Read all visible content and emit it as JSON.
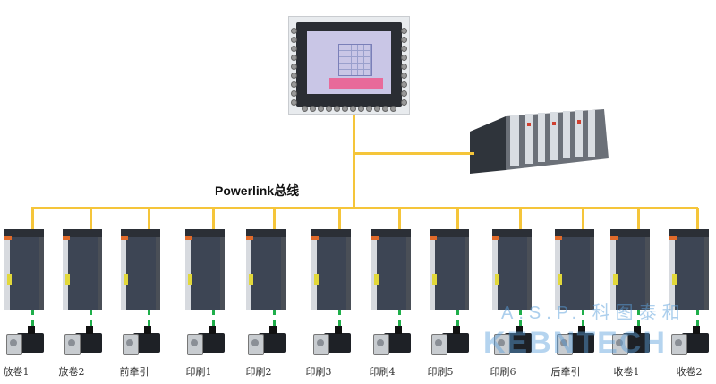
{
  "bus_label": "Powerlink总线",
  "axes": [
    "放卷1",
    "放卷2",
    "前牵引",
    "印刷1",
    "印刷2",
    "印刷3",
    "印刷4",
    "印刷5",
    "印刷6",
    "后牵引",
    "收卷1",
    "收卷2"
  ],
  "watermark": {
    "brand": "KEBNTECH",
    "sub": "A.S.P. 科图泰和"
  },
  "colors": {
    "bus": "#f5c53a",
    "motor_link": "#1fae4a"
  }
}
